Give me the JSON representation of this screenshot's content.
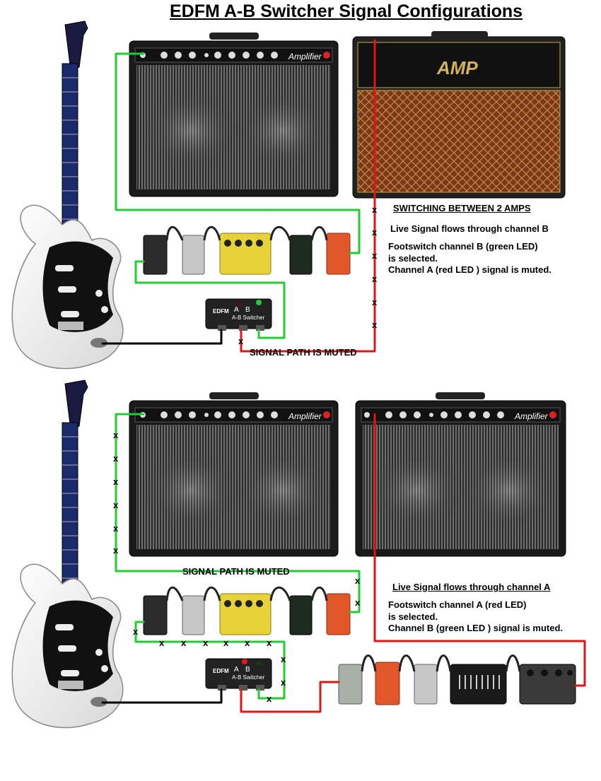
{
  "title": "EDFM A-B Switcher Signal Configurations",
  "top": {
    "heading": "SWITCHING BETWEEN 2 AMPS",
    "live": "Live Signal flows through channel B",
    "note1": "Footswitch channel B (green LED)",
    "note2": "is selected.",
    "note3": "Channel A (red LED ) signal is muted.",
    "muted": "SIGNAL PATH IS MUTED"
  },
  "bottom": {
    "live": "Live Signal flows through channel A",
    "note1": "Footswitch channel A (red LED)",
    "note2": "is selected.",
    "note3": "Channel B (green LED ) signal is muted.",
    "muted": "SIGNAL PATH IS MUTED"
  },
  "amp_brand": "Amplifier",
  "amp2_brand": "AMP",
  "switcher": {
    "brand": "EDFM",
    "a": "A",
    "b": "B",
    "name": "A-B Switcher"
  },
  "mute_mark": "x",
  "colors": {
    "live_b": "#22cc33",
    "live_a": "#e01515",
    "cable": "#000000"
  }
}
